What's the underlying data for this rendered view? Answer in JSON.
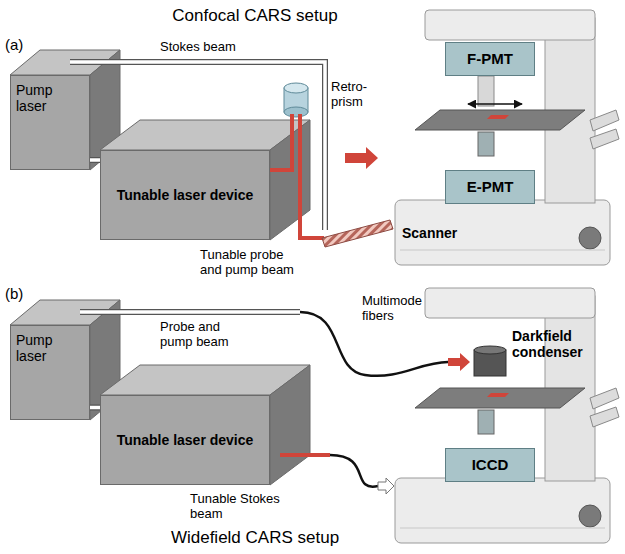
{
  "diagram": {
    "nodes": [
      {
        "text": [
          "Pump laser"
        ]
      },
      {
        "text": [
          "Tunable laser device"
        ]
      },
      {
        "text": [
          "F-PMT"
        ]
      },
      {
        "text": [
          "E-PMT"
        ]
      },
      {
        "text": [
          "Pump laser"
        ]
      },
      {
        "text": [
          "Tunable laser device"
        ]
      },
      {
        "text": [
          "ICCD"
        ]
      }
    ],
    "edges": [
      {
        "from": 0,
        "to": 1,
        "arrow": "none"
      },
      {
        "from": 4,
        "to": 5,
        "arrow": "none"
      }
    ],
    "labels": [
      "(a)",
      "Confocal CARS setup",
      "Stokes beam",
      "Retro-prism",
      "Tunable probe and pump beam",
      "Scanner",
      "(b)",
      "Probe and pump beam",
      "Multimode fibers",
      "Darkfield condenser",
      "Tunable Stokes beam",
      "Widefield CARS setup"
    ]
  }
}
